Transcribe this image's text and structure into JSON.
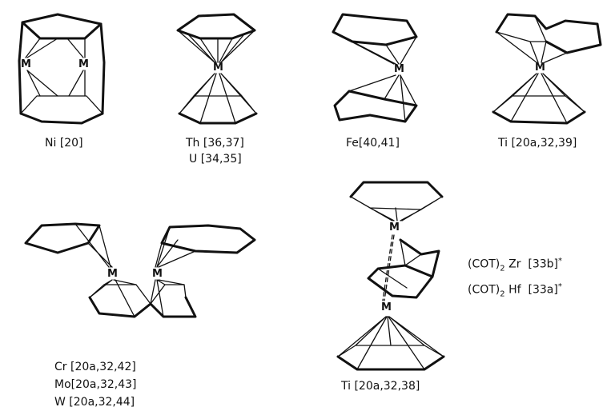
{
  "metal_symbol": "M",
  "structures": [
    {
      "id": "ni",
      "labels": [
        "Ni [20]"
      ]
    },
    {
      "id": "th-u",
      "labels": [
        "Th [36,37]",
        "U [34,35]"
      ]
    },
    {
      "id": "fe",
      "labels": [
        "Fe[40,41]"
      ]
    },
    {
      "id": "ti-1",
      "labels": [
        "Ti [20a,32,39]"
      ]
    },
    {
      "id": "cr-mo-w",
      "labels": [
        "Cr [20a,32,42]",
        "Mo[20a,32,43]",
        "W [20a,32,44]"
      ]
    },
    {
      "id": "ti-2",
      "labels": [
        "Ti [20a,32,38]"
      ]
    }
  ],
  "side_note": {
    "line1": {
      "formula": "(COT)",
      "sub": "2",
      "element": "Zr",
      "ref": "[33b]",
      "mark": "*"
    },
    "line2": {
      "formula": "(COT)",
      "sub": "2",
      "element": "Hf",
      "ref": "[33a]",
      "mark": "*"
    }
  }
}
